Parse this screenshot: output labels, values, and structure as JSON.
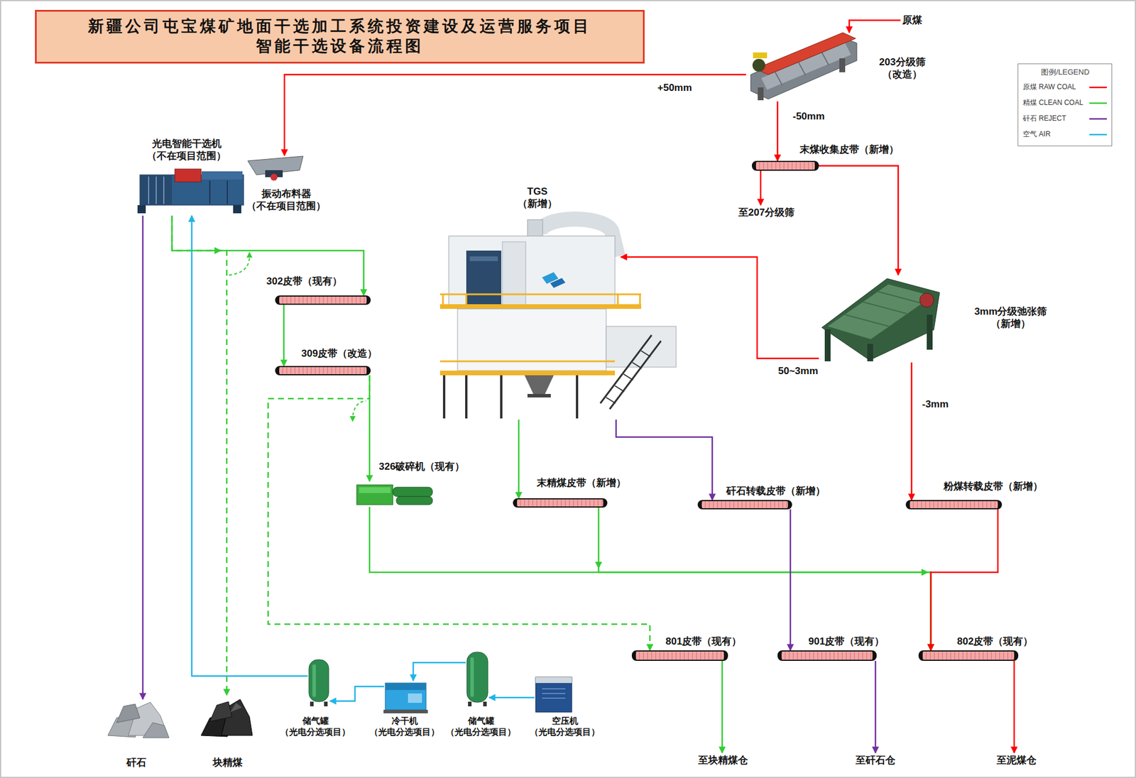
{
  "diagram": {
    "title": "新疆公司屯宝煤矿地面干选加工系统投资建设及运营服务项目 智能干选设备流程图",
    "nodes": [
      {
        "text": [
          "原煤"
        ]
      },
      {
        "text": [
          "203分级筛 （改造）"
        ]
      },
      {
        "text": [
          "光电智能干选机 （不在项目范围）"
        ]
      },
      {
        "text": [
          "振动布料器 （不在项目范围）"
        ]
      },
      {
        "text": [
          "末煤收集皮带（新增）"
        ]
      },
      {
        "text": [
          "至207分级筛"
        ]
      },
      {
        "text": [
          "TGS （新增）"
        ]
      },
      {
        "text": [
          "3mm分级弛张筛 （新增）"
        ]
      },
      {
        "text": [
          "302皮带（现有）"
        ]
      },
      {
        "text": [
          "309皮带（改造）"
        ]
      },
      {
        "text": [
          "326破碎机（现有）"
        ]
      },
      {
        "text": [
          "末精煤皮带（新增）"
        ]
      },
      {
        "text": [
          "矸石转载皮带（新增）"
        ]
      },
      {
        "text": [
          "粉煤转载皮带（新增）"
        ]
      },
      {
        "text": [
          "801皮带（现有）"
        ]
      },
      {
        "text": [
          "901皮带（现有）"
        ]
      },
      {
        "text": [
          "802皮带（现有）"
        ]
      },
      {
        "text": [
          "矸石"
        ]
      },
      {
        "text": [
          "块精煤"
        ]
      },
      {
        "text": [
          "储气罐 （光电分选项目）"
        ]
      },
      {
        "text": [
          "冷干机 （光电分选项目）"
        ]
      },
      {
        "text": [
          "储气罐 （光电分选项目）"
        ]
      },
      {
        "text": [
          "空压机 （光电分选项目）"
        ]
      },
      {
        "text": [
          "至块精煤仓"
        ]
      },
      {
        "text": [
          "至矸石仓"
        ]
      },
      {
        "text": [
          "至泥煤仓"
        ]
      }
    ],
    "edges": [
      {
        "from": 0,
        "to": 1,
        "arrow": "to"
      },
      {
        "from": 1,
        "to": 3,
        "label": "+50mm",
        "arrow": "to"
      },
      {
        "from": 1,
        "to": 4,
        "label": "-50mm",
        "arrow": "to"
      },
      {
        "from": 4,
        "to": 5,
        "arrow": "to"
      },
      {
        "from": 4,
        "to": 7,
        "arrow": "to"
      },
      {
        "from": 7,
        "to": 6,
        "label": "50~3mm",
        "arrow": "to"
      },
      {
        "from": 7,
        "to": 13,
        "label": "-3mm",
        "arrow": "to"
      },
      {
        "from": 2,
        "to": 8,
        "arrow": "to"
      },
      {
        "from": 2,
        "to": 18,
        "arrow": "to"
      },
      {
        "from": 2,
        "to": 17,
        "arrow": "to"
      },
      {
        "from": 8,
        "to": 9,
        "arrow": "to"
      },
      {
        "from": 9,
        "to": 10,
        "arrow": "to"
      },
      {
        "from": 9,
        "to": 14,
        "arrow": "to"
      },
      {
        "from": 10,
        "to": 16,
        "arrow": "to"
      },
      {
        "from": 6,
        "to": 11,
        "arrow": "to"
      },
      {
        "from": 11,
        "to": 16,
        "arrow": "to"
      },
      {
        "from": 6,
        "to": 12,
        "arrow": "to"
      },
      {
        "from": 12,
        "to": 15,
        "arrow": "to"
      },
      {
        "from": 13,
        "to": 16,
        "arrow": "to"
      },
      {
        "from": 14,
        "to": 23,
        "arrow": "to"
      },
      {
        "from": 15,
        "to": 24,
        "arrow": "to"
      },
      {
        "from": 16,
        "to": 25,
        "arrow": "to"
      },
      {
        "from": 22,
        "to": 21,
        "arrow": "to"
      },
      {
        "from": 21,
        "to": 20,
        "arrow": "to"
      },
      {
        "from": 20,
        "to": 19,
        "arrow": "to"
      },
      {
        "from": 19,
        "to": 2,
        "arrow": "to"
      }
    ],
    "labels": [
      "图例/LEGEND"
    ],
    "legend": [
      {
        "text": "原煤 RAW COAL",
        "color": "#ff0000"
      },
      {
        "text": "精煤 CLEAN COAL",
        "color": "#33cc33"
      },
      {
        "text": "矸石 REJECT",
        "color": "#7030a0"
      },
      {
        "text": "空气 AIR",
        "color": "#1fb4e8"
      }
    ]
  }
}
